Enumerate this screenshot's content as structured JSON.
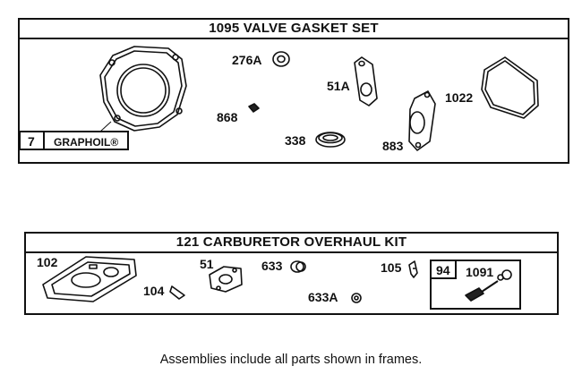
{
  "valve_gasket_set": {
    "title": "1095 VALVE GASKET SET",
    "labels": {
      "p276a": "276A",
      "p51a": "51A",
      "p1022": "1022",
      "p868": "868",
      "p338": "338",
      "p883": "883"
    },
    "graphoil": {
      "number": "7",
      "name": "GRAPHOIL®"
    }
  },
  "carburetor_kit": {
    "title": "121 CARBURETOR OVERHAUL KIT",
    "labels": {
      "p102": "102",
      "p51": "51",
      "p633": "633",
      "p105": "105",
      "p104": "104",
      "p633a": "633A"
    },
    "subkit": {
      "number": "94",
      "part": "1091"
    }
  },
  "footer_note": "Assemblies include all parts shown in frames."
}
